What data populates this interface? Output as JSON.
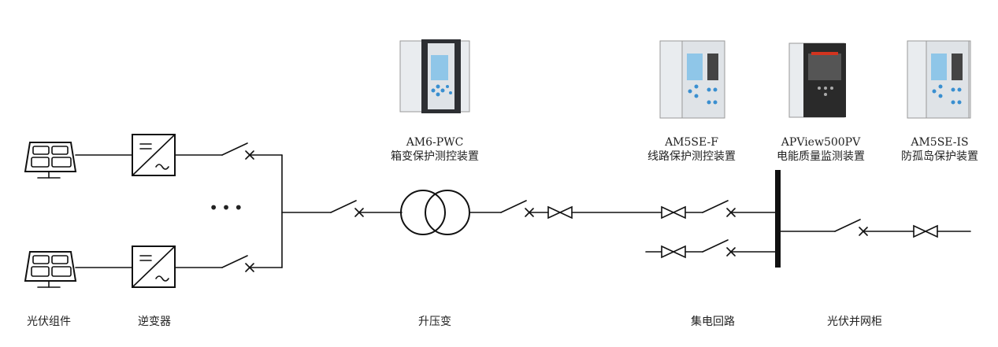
{
  "devices": [
    {
      "model": "AM6-PWC",
      "name": "箱变保护测控装置"
    },
    {
      "model": "AM5SE-F",
      "name": "线路保护测控装置"
    },
    {
      "model": "APView500PV",
      "name": "电能质量监测装置"
    },
    {
      "model": "AM5SE-IS",
      "name": "防孤岛保护装置"
    }
  ],
  "bottom_labels": {
    "pv_module": "光伏组件",
    "inverter": "逆变器",
    "transformer": "升压变",
    "collector": "集电回路",
    "grid_cabinet": "光伏并网柜"
  },
  "ellipsis": "•••",
  "colors": {
    "line": "#111111",
    "device_panel": "#e9ecef",
    "device_screen": "#8fc6e8",
    "device_keys": "#3a8fd0",
    "apview_panel": "#2a2a2a"
  }
}
